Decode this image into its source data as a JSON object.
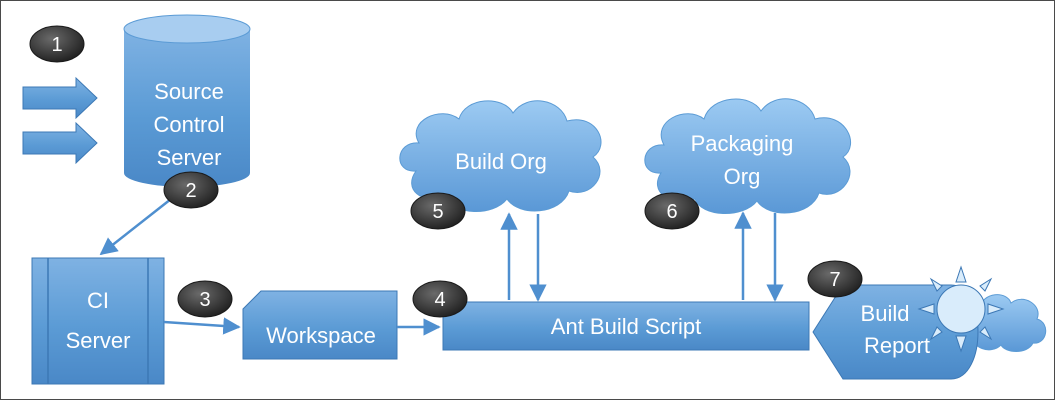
{
  "diagram": {
    "nodes": {
      "source_control": {
        "lines": [
          "Source",
          "Control",
          "Server"
        ]
      },
      "build_org": {
        "lines": [
          "Build Org"
        ]
      },
      "packaging_org": {
        "lines": [
          "Packaging",
          "Org"
        ]
      },
      "ci_server": {
        "lines": [
          "CI",
          "Server"
        ]
      },
      "workspace": {
        "lines": [
          "Workspace"
        ]
      },
      "ant_script": {
        "lines": [
          "Ant Build Script"
        ]
      },
      "build_report": {
        "lines": [
          "Build",
          "Report"
        ]
      }
    },
    "steps": [
      "1",
      "2",
      "3",
      "4",
      "5",
      "6",
      "7"
    ],
    "colors": {
      "node_fill": "#5b9bd5",
      "node_light": "#a8cdf0",
      "node_edge": "#3c78b5",
      "arrow": "#4f8fcf",
      "badge": "#2b2b2b",
      "sun": "#d9ecfb"
    },
    "icons": [
      "sun-icon",
      "small-cloud-icon",
      "right-arrow-icon"
    ]
  }
}
